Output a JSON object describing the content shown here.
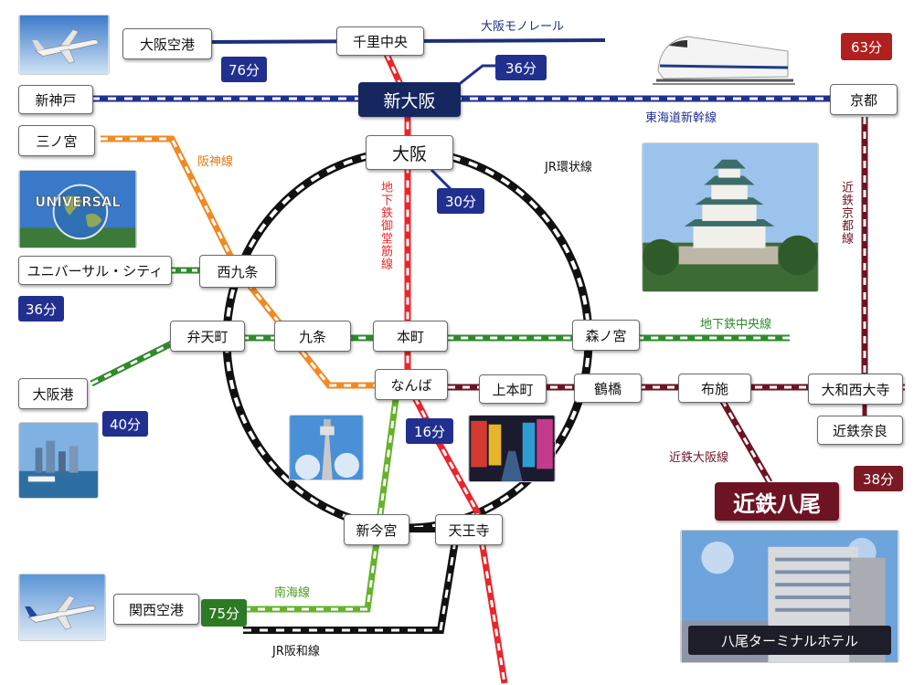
{
  "lines": {
    "osaka_monorail": "大阪モノレール",
    "tokaido_shinkansen": "東海道新幹線",
    "hanshin": "阪神線",
    "jr_loop": "JR環状線",
    "midosuji": "地下鉄御堂筋線",
    "chuo": "地下鉄中央線",
    "kintetsu_kyoto": "近鉄京都線",
    "kintetsu_osaka": "近鉄大阪線",
    "nankai": "南海線",
    "hanwa": "JR阪和線"
  },
  "stations": {
    "itami": "大阪空港",
    "senri_chuo": "千里中央",
    "shin_kobe": "新神戸",
    "shin_osaka": "新大阪",
    "kyoto": "京都",
    "sannomiya": "三ノ宮",
    "osaka": "大阪",
    "usj": "ユニバーサル・シティ",
    "nishikujo": "西九条",
    "bentencho": "弁天町",
    "kujo": "九条",
    "honmachi": "本町",
    "morinomiya": "森ノ宮",
    "osakako": "大阪港",
    "namba": "なんば",
    "uehonmachi": "上本町",
    "tsuruhashi": "鶴橋",
    "fuse": "布施",
    "yamato_saidaiji": "大和西大寺",
    "kintetsu_nara": "近鉄奈良",
    "kintetsu_yao": "近鉄八尾",
    "shin_imamiya": "新今宮",
    "tennoji": "天王寺",
    "kansai_airport": "関西空港"
  },
  "times": {
    "itami": "76分",
    "shin_osaka": "36分",
    "kyoto": "63分",
    "osaka": "30分",
    "usj": "36分",
    "osakako": "40分",
    "namba": "16分",
    "nara": "38分",
    "kansai_airport": "75分"
  },
  "hotel": {
    "caption": "八尾ターミナルホテル"
  },
  "photos": {
    "usj_globe_text": "UNIVERSAL"
  },
  "colors": {
    "shinkansen": "#21308f",
    "monorail": "#1c2f7a",
    "hanshin": "#f08a24",
    "jr_loop": "#111111",
    "midosuji": "#e8262b",
    "chuo": "#2f8a2b",
    "kintetsu": "#6e1323",
    "nankai": "#66b22e",
    "hanwa": "#111111"
  },
  "icons": {
    "airplane": "airplane-icon",
    "shinkansen": "shinkansen-train-icon"
  }
}
